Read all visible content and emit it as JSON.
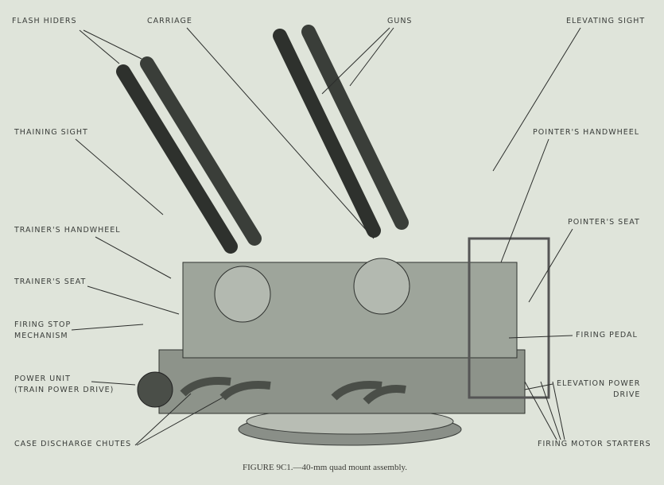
{
  "labels": {
    "flash_hiders": "FLASH HIDERS",
    "carriage": "CARRIAGE",
    "guns": "GUNS",
    "elevating_sight": "ELEVATING SIGHT",
    "training_sight": "THAINING SIGHT",
    "pointers_handwheel": "POINTER'S HANDWHEEL",
    "trainers_handwheel": "TRAINER'S HANDWHEEL",
    "pointers_seat": "POINTER'S SEAT",
    "trainers_seat": "TRAINER'S SEAT",
    "firing_stop_1": "FIRING STOP",
    "firing_stop_2": "MECHANISM",
    "firing_pedal": "FIRING PEDAL",
    "power_unit_1": "POWER UNIT",
    "power_unit_2": "(TRAIN POWER DRIVE)",
    "elevation_power_1": "ELEVATION POWER",
    "elevation_power_2": "DRIVE",
    "case_discharge": "CASE DISCHARGE CHUTES",
    "firing_motor": "FIRING MOTOR STARTERS"
  },
  "caption": "FIGURE 9C1.—40-mm quad mount assembly."
}
